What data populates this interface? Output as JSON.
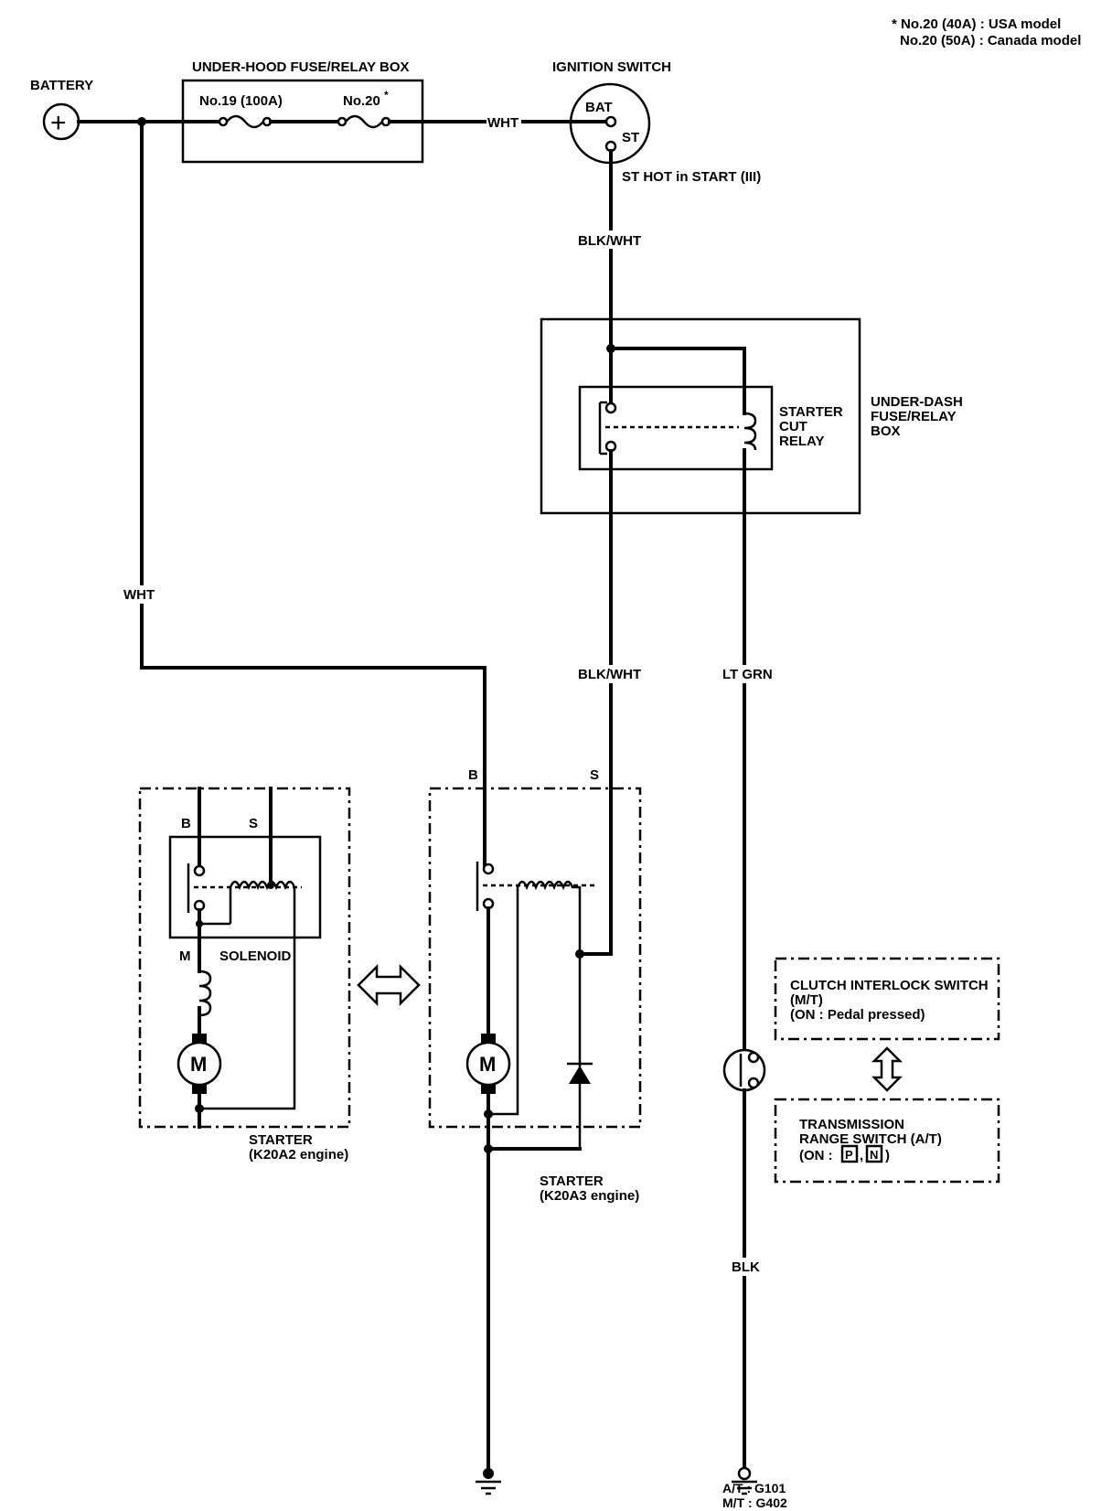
{
  "notes": {
    "line1": "* No.20 (40A)  : USA model",
    "line2": "No.20 (50A)  : Canada model"
  },
  "battery": {
    "label": "BATTERY",
    "symbol": "+"
  },
  "underhood_box": {
    "label": "UNDER-HOOD FUSE/RELAY BOX",
    "fuse19": "No.19 (100A)",
    "fuse20": "No.20",
    "fuse20_mark": "*"
  },
  "ignition_switch": {
    "label": "IGNITION SWITCH",
    "bat_terminal": "BAT",
    "st_terminal": "ST",
    "st_note": "ST HOT in START (III)"
  },
  "wires": {
    "wht_top": "WHT",
    "wht_left": "WHT",
    "blk_wht_top": "BLK/WHT",
    "blk_wht_mid": "BLK/WHT",
    "lt_grn": "LT GRN",
    "blk": "BLK"
  },
  "underdash_box": {
    "line1": "UNDER-DASH",
    "line2": "FUSE/RELAY",
    "line3": "BOX"
  },
  "starter_cut_relay": {
    "line1": "STARTER",
    "line2": "CUT",
    "line3": "RELAY"
  },
  "starter_a2": {
    "terminal_b": "B",
    "terminal_s": "S",
    "terminal_m": "M",
    "solenoid": "SOLENOID",
    "motor": "M",
    "label1": "STARTER",
    "label2": "(K20A2 engine)"
  },
  "starter_a3": {
    "terminal_b": "B",
    "terminal_s": "S",
    "motor": "M",
    "label1": "STARTER",
    "label2": "(K20A3 engine)"
  },
  "clutch_switch": {
    "line1": "CLUTCH INTERLOCK SWITCH",
    "line2": "(M/T)",
    "line3": "(ON : Pedal pressed)"
  },
  "trans_switch": {
    "line1": "TRANSMISSION",
    "line2": "RANGE SWITCH (A/T)",
    "line3_prefix": "(ON : ",
    "pos_p": "P",
    "sep": ",",
    "pos_n": "N",
    "line3_suffix": ")"
  },
  "ground_right": {
    "line1": "A/T : G101",
    "line2": "M/T : G402"
  }
}
